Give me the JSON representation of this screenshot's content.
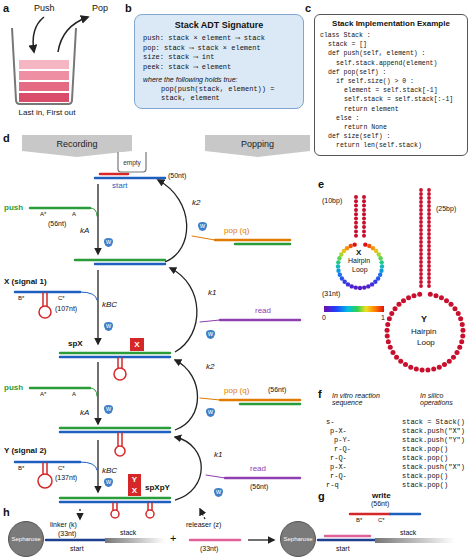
{
  "diagram": {
    "nodes": [
      {
        "text": [
          "Stack ADT Signature",
          "push: stack × element ⟶ stack",
          "pop: stack ⟶ stack × element",
          "size: stack ⟶ int",
          "peek: stack ⟶ element",
          "where the following holds true:",
          "pop(push(stack, element)) = stack, element"
        ]
      },
      {
        "text": [
          "Stack Implementation Example",
          "class Stack :",
          "stack = []",
          "def push(self, element) :",
          "self.stack.append(element)",
          "def pop(self) :",
          "if self.size() > 0 :",
          "element = self.stack[-1]",
          "self.stack = self.stack[:-1]",
          "return element",
          "else :",
          "return None",
          "def size(self) :",
          "return len(self.stack)"
        ]
      },
      {
        "text": [
          "Recording"
        ]
      },
      {
        "text": [
          "Popping"
        ]
      },
      {
        "text": [
          "empty"
        ]
      },
      {
        "text": [
          "X"
        ]
      },
      {
        "text": [
          "Y"
        ]
      },
      {
        "text": [
          "X"
        ]
      },
      {
        "text": [
          "Sepharose"
        ]
      },
      {
        "text": [
          "Sepharose"
        ]
      }
    ],
    "labels": [
      "a",
      "b",
      "c",
      "d",
      "e",
      "f",
      "g",
      "h",
      "Push",
      "Pop",
      "Last in, First out",
      "start",
      "(50nt)",
      "push",
      "A*",
      "A",
      "(56nt)",
      "kA",
      "w",
      "k2",
      "w",
      "pop (q)",
      "X (signal 1)",
      "B*",
      "C*",
      "(107nt)",
      "kBC",
      "w",
      "k1",
      "w",
      "read",
      "spX",
      "push",
      "A*",
      "A",
      "kA",
      "w",
      "k2",
      "w",
      "pop (q)",
      "(56nt)",
      "Y (signal 2)",
      "B*",
      "C*",
      "(137nt)",
      "kBC",
      "w",
      "k1",
      "w",
      "read",
      "(56nt)",
      "spXpY",
      "(10bp)",
      "X",
      "Hairpin",
      "Loop",
      "(31nt)",
      "0",
      "1",
      "(25bp)",
      "Y",
      "Hairpin",
      "Loop",
      "In vitro reaction sequence",
      "In silico operations",
      "s-",
      "p-X-",
      "p-Y-",
      "r-Q-",
      "r-Q-",
      "p-X-",
      "r-Q-",
      "r-q",
      "stack = Stack()",
      "stack.push(\"X\")",
      "stack.push(\"Y\")",
      "stack.pop()",
      "stack.pop()",
      "stack.push(\"X\")",
      "stack.pop()",
      "stack.pop()",
      "write",
      "(56nt)",
      "B*",
      "C*",
      "linker (k)",
      "(33nt)",
      "start",
      "stack",
      "+",
      "releaser (z)",
      "(33nt)",
      "start",
      "stack"
    ]
  }
}
